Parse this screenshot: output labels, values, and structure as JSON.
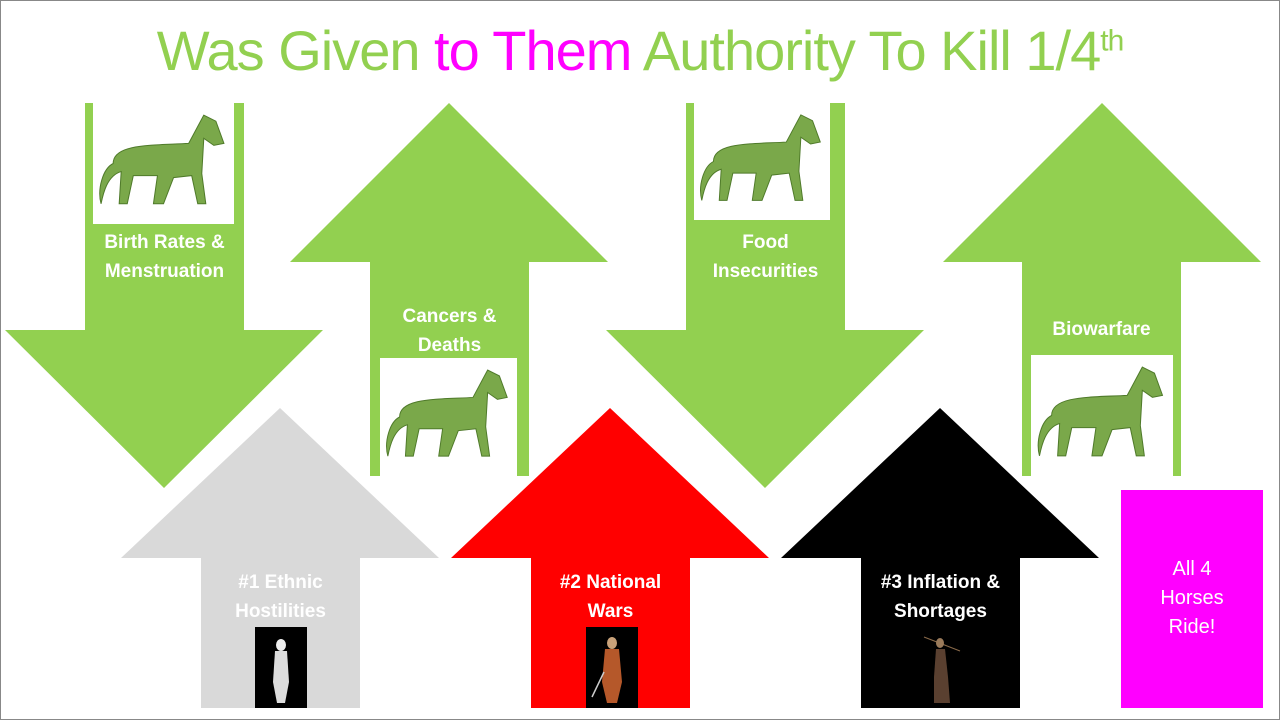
{
  "title": {
    "part1": "Was Given ",
    "part2": "to Them",
    "part3": " Authority To Kill 1/4",
    "superscript": "th"
  },
  "colors": {
    "green": "#92d050",
    "magenta": "#ff00ff",
    "gray": "#d9d9d9",
    "red": "#ff0000",
    "black": "#000000"
  },
  "horse_arrows": [
    {
      "label_line1": "Birth Rates &",
      "label_line2": "Menstruation",
      "direction": "down"
    },
    {
      "label_line1": "Cancers &",
      "label_line2": "Deaths",
      "direction": "up"
    },
    {
      "label_line1": "Food",
      "label_line2": "Insecurities",
      "direction": "down"
    },
    {
      "label_line1": "Biowarfare",
      "label_line2": "",
      "direction": "up"
    }
  ],
  "rider_arrows": [
    {
      "label_line1": "#1 Ethnic",
      "label_line2": "Hostilities"
    },
    {
      "label_line1": "#2 National",
      "label_line2": "Wars"
    },
    {
      "label_line1": "#3 Inflation &",
      "label_line2": "Shortages"
    }
  ],
  "callout": {
    "line1": "All 4",
    "line2": "Horses",
    "line3": "Ride!"
  }
}
